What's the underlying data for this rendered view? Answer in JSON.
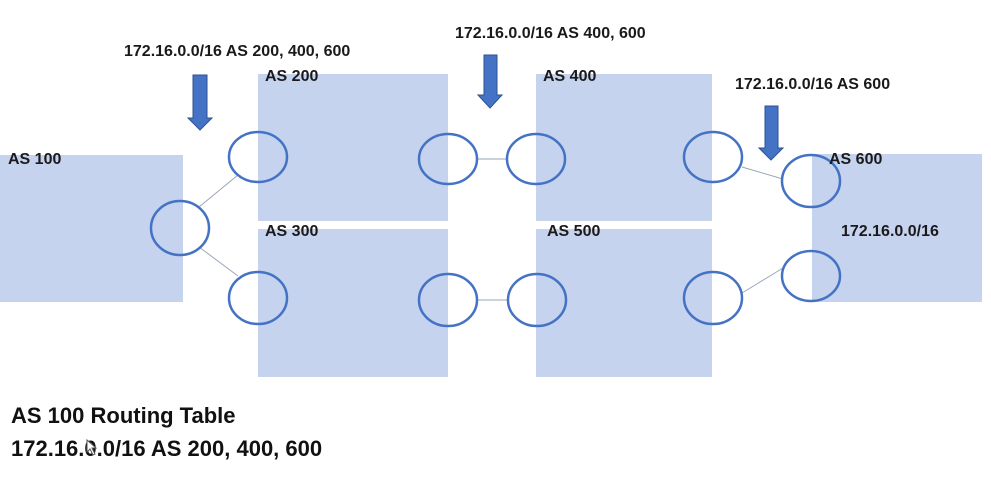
{
  "autonomous_systems": {
    "as100": "AS 100",
    "as200": "AS 200",
    "as300": "AS 300",
    "as400": "AS 400",
    "as500": "AS 500",
    "as600": "AS 600"
  },
  "prefix_label": "172.16.0.0/16",
  "advertisements": {
    "to_as100": "172.16.0.0/16 AS 200, 400, 600",
    "to_as200": "172.16.0.0/16 AS 400, 600",
    "to_as400": "172.16.0.0/16 AS 600"
  },
  "routing_table": {
    "title": "AS 100 Routing Table",
    "entry": "172.16.0.0/16 AS 200, 400, 600"
  },
  "colors": {
    "as_box": "#c5d3ee",
    "router_stroke": "#4472c4",
    "arrow": "#4472c4"
  }
}
